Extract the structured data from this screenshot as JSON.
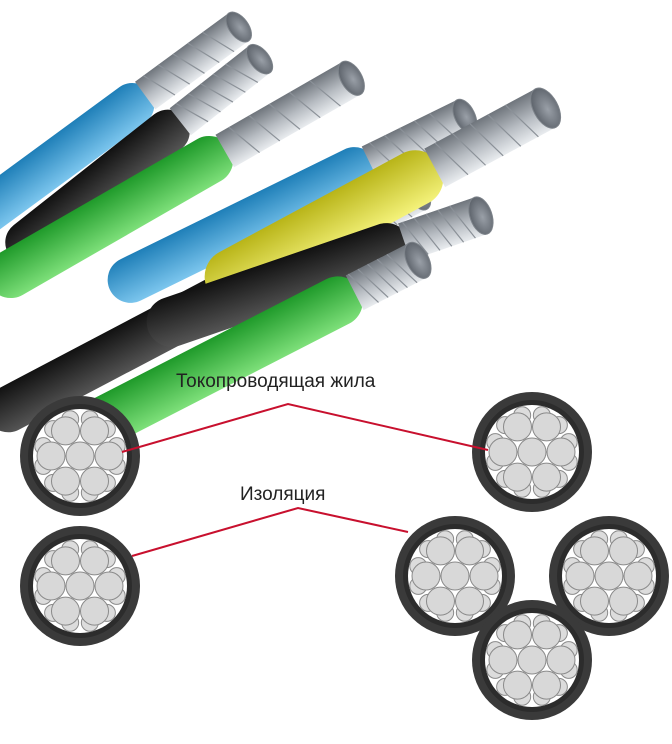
{
  "labels": {
    "conductor": "Токопроводящая жила",
    "insulation": "Изоляция"
  },
  "colors": {
    "leader_line": "#c8102e",
    "insulation_ring": "#3a3a3a",
    "strand_fill": "#d8d8d8",
    "wire_blue": "#3aa0d8",
    "wire_green": "#34c43c",
    "wire_yellow": "#e6e23a",
    "wire_black": "#2a2a2a"
  },
  "illustration": {
    "subject": "aluminium-stranded-cable-cores",
    "left_bundle_wires": [
      "blue",
      "black",
      "green"
    ],
    "right_bundle_wires": [
      "blue",
      "black",
      "yellow",
      "black",
      "green"
    ]
  },
  "cross_sections": {
    "left_group_count": 2,
    "right_group_count": 4,
    "strands_per_core": 7
  }
}
